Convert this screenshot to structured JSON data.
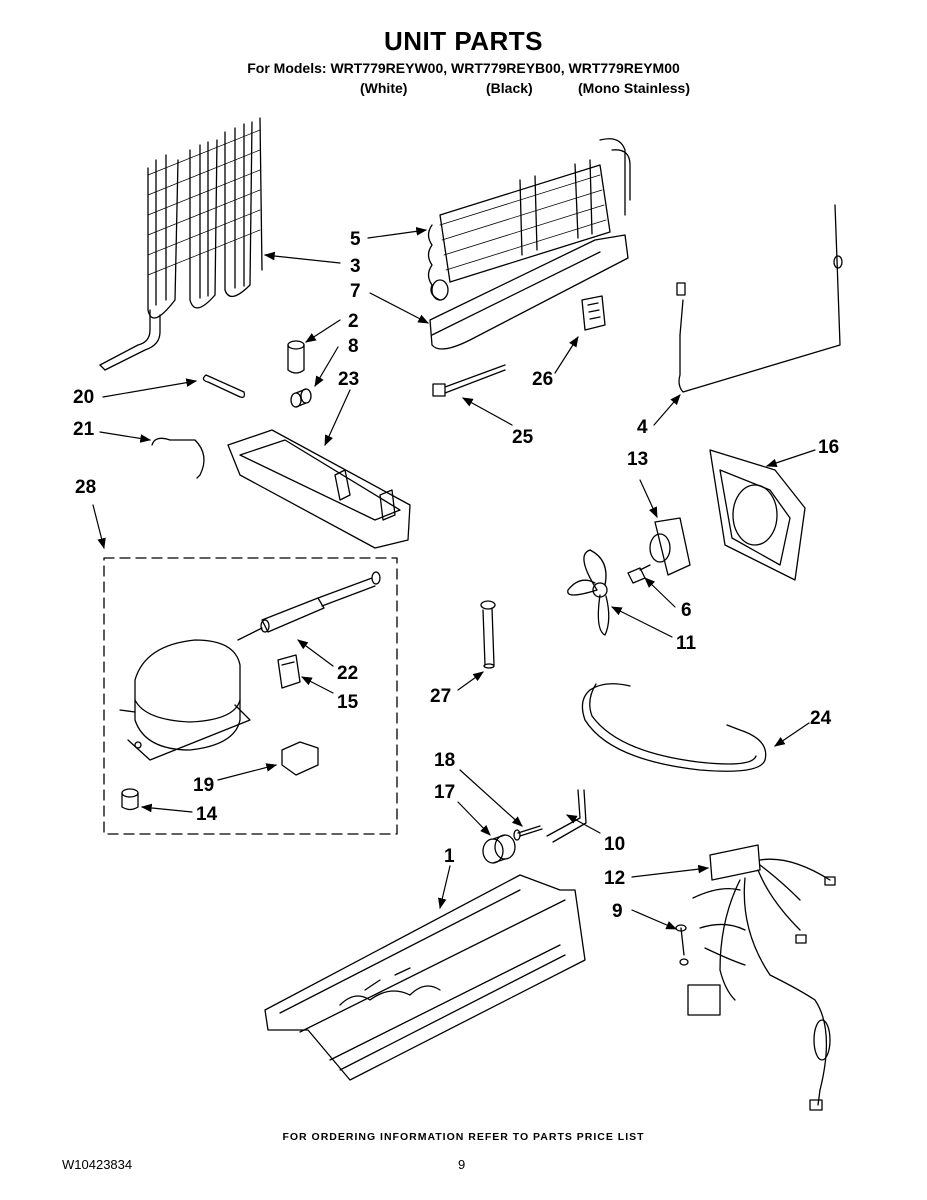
{
  "header": {
    "title": "UNIT PARTS",
    "models_line": "For Models: WRT779REYW00, WRT779REYB00, WRT779REYM00",
    "variants": [
      "(White)",
      "(Black)",
      "(Mono Stainless)"
    ]
  },
  "callouts": [
    {
      "id": "c5",
      "label": "5"
    },
    {
      "id": "c3",
      "label": "3"
    },
    {
      "id": "c7",
      "label": "7"
    },
    {
      "id": "c2",
      "label": "2"
    },
    {
      "id": "c8",
      "label": "8"
    },
    {
      "id": "c23",
      "label": "23"
    },
    {
      "id": "c26",
      "label": "26"
    },
    {
      "id": "c20",
      "label": "20"
    },
    {
      "id": "c21",
      "label": "21"
    },
    {
      "id": "c25",
      "label": "25"
    },
    {
      "id": "c4",
      "label": "4"
    },
    {
      "id": "c28",
      "label": "28"
    },
    {
      "id": "c13",
      "label": "13"
    },
    {
      "id": "c16",
      "label": "16"
    },
    {
      "id": "c6",
      "label": "6"
    },
    {
      "id": "c11",
      "label": "11"
    },
    {
      "id": "c22",
      "label": "22"
    },
    {
      "id": "c15",
      "label": "15"
    },
    {
      "id": "c27",
      "label": "27"
    },
    {
      "id": "c24",
      "label": "24"
    },
    {
      "id": "c19",
      "label": "19"
    },
    {
      "id": "c14",
      "label": "14"
    },
    {
      "id": "c18",
      "label": "18"
    },
    {
      "id": "c17",
      "label": "17"
    },
    {
      "id": "c10",
      "label": "10"
    },
    {
      "id": "c1",
      "label": "1"
    },
    {
      "id": "c12",
      "label": "12"
    },
    {
      "id": "c9",
      "label": "9"
    }
  ],
  "footer": {
    "note": "FOR ORDERING INFORMATION REFER TO PARTS PRICE LIST",
    "doc_number": "W10423834",
    "page": "9"
  }
}
